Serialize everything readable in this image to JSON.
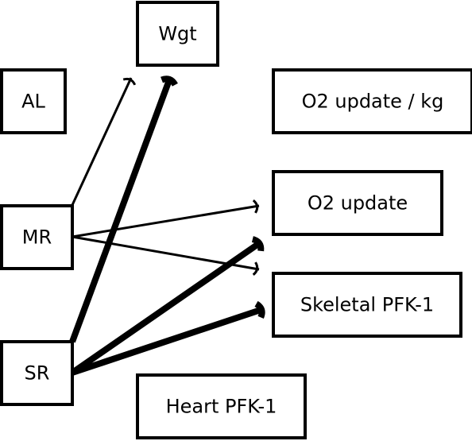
{
  "nodes": [
    {
      "id": "wgt",
      "label": "Wgt"
    },
    {
      "id": "al",
      "label": "AL"
    },
    {
      "id": "o2_update_kg",
      "label": "O2 update / kg"
    },
    {
      "id": "mr",
      "label": "MR"
    },
    {
      "id": "o2_update",
      "label": "O2 update"
    },
    {
      "id": "skeletal_pfk1",
      "label": "Skeletal PFK-1"
    },
    {
      "id": "sr",
      "label": "SR"
    },
    {
      "id": "heart_pfk1",
      "label": "Heart PFK-1"
    }
  ],
  "edges": [
    {
      "from": "mr",
      "to": "wgt",
      "weight": "thin"
    },
    {
      "from": "sr",
      "to": "wgt",
      "weight": "thick"
    },
    {
      "from": "mr",
      "to": "o2_update",
      "weight": "thin"
    },
    {
      "from": "mr",
      "to": "skeletal_pfk1",
      "weight": "thin"
    },
    {
      "from": "sr",
      "to": "o2_update",
      "weight": "thick"
    },
    {
      "from": "sr",
      "to": "skeletal_pfk1",
      "weight": "thick"
    }
  ],
  "colors": {
    "stroke": "#000000",
    "background": "#ffffff"
  }
}
